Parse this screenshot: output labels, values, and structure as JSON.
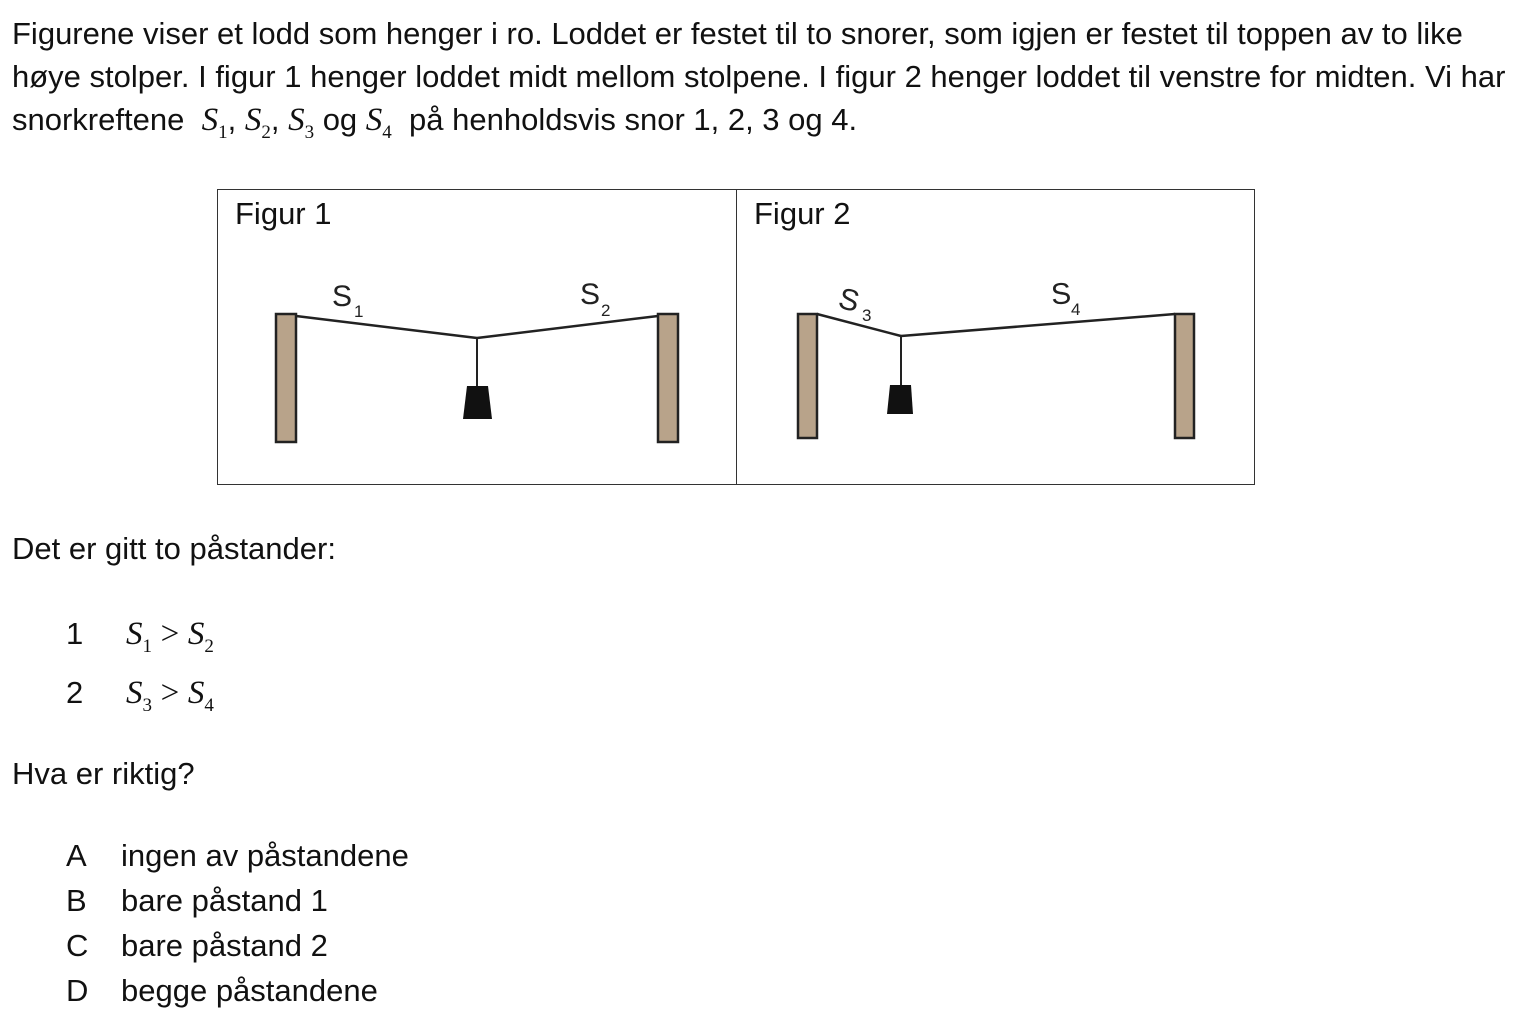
{
  "intro": {
    "text": "Figurene viser et lodd som henger i ro. Loddet er festet til to snorer, som igjen er festet til toppen av to like høye stolper. I figur 1 henger loddet midt mellom stolpene. I figur 2 henger loddet til venstre for midten. Vi har snorkreftene",
    "sym1": "S",
    "sub1": "1",
    "comma1": ",",
    "sym2": "S",
    "sub2": "2",
    "comma2": ",",
    "sym3": "S",
    "sub3": "3",
    "og": "og",
    "sym4": "S",
    "sub4": "4",
    "tail": "på henholdsvis snor 1, 2, 3 og 4."
  },
  "figures": {
    "fig1": {
      "title": "Figur 1",
      "left_label": "S",
      "left_sub": "1",
      "right_label": "S",
      "right_sub": "2"
    },
    "fig2": {
      "title": "Figur 2",
      "left_label": "S",
      "left_sub": "3",
      "right_label": "S",
      "right_sub": "4"
    }
  },
  "colors": {
    "post_fill": "#b8a38a",
    "post_stroke": "#222222",
    "weight": "#111111",
    "border": "#333333"
  },
  "claims_intro": "Det er gitt to påstander:",
  "claims": [
    {
      "num": "1",
      "left_sym": "S",
      "left_sub": "1",
      "op": ">",
      "right_sym": "S",
      "right_sub": "2"
    },
    {
      "num": "2",
      "left_sym": "S",
      "left_sub": "3",
      "op": ">",
      "right_sym": "S",
      "right_sub": "4"
    }
  ],
  "question": "Hva er riktig?",
  "options": [
    {
      "letter": "A",
      "text": "ingen av påstandene"
    },
    {
      "letter": "B",
      "text": "bare påstand 1"
    },
    {
      "letter": "C",
      "text": "bare påstand 2"
    },
    {
      "letter": "D",
      "text": "begge påstandene"
    }
  ]
}
